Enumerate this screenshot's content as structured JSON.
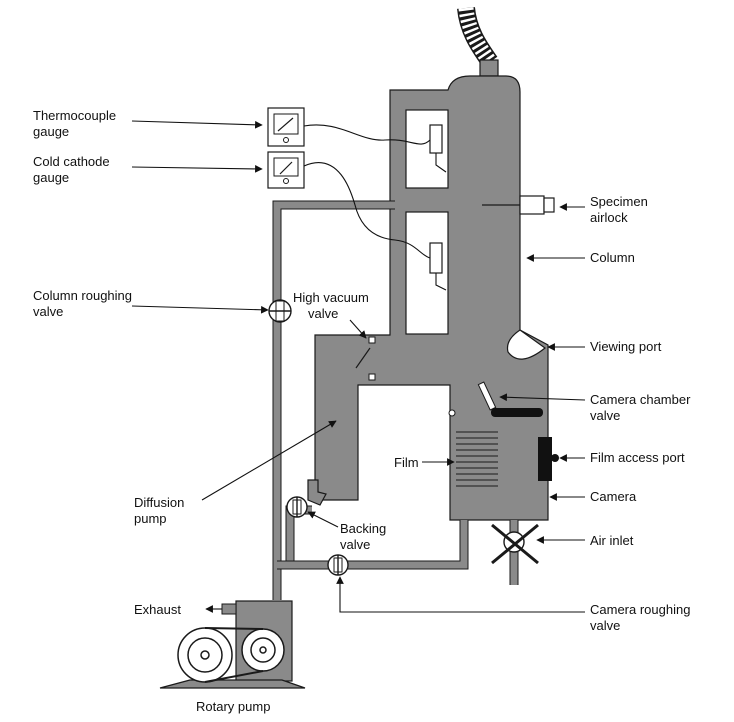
{
  "colors": {
    "body": "#8a8a8a",
    "ink": "#111111",
    "background": "#ffffff"
  },
  "labels": {
    "thermocouple_1": "Thermocouple",
    "thermocouple_2": "gauge",
    "cold_cathode_1": "Cold cathode",
    "cold_cathode_2": "gauge",
    "specimen_1": "Specimen",
    "specimen_2": "airlock",
    "column": "Column",
    "column_roughing_1": "Column roughing",
    "column_roughing_2": "valve",
    "high_vacuum_1": "High vacuum",
    "high_vacuum_2": "valve",
    "viewing_port": "Viewing port",
    "camera_chamber_1": "Camera chamber",
    "camera_chamber_2": "valve",
    "film": "Film",
    "film_access": "Film access port",
    "diffusion_1": "Diffusion",
    "diffusion_2": "pump",
    "camera": "Camera",
    "backing_1": "Backing",
    "backing_2": "valve",
    "air_inlet": "Air inlet",
    "exhaust": "Exhaust",
    "camera_roughing_1": "Camera roughing",
    "camera_roughing_2": "valve",
    "rotary_pump": "Rotary pump"
  },
  "icons": [
    "arrow-icon",
    "gauge-icon",
    "valve-icon",
    "hose-icon",
    "pulley-icon"
  ]
}
